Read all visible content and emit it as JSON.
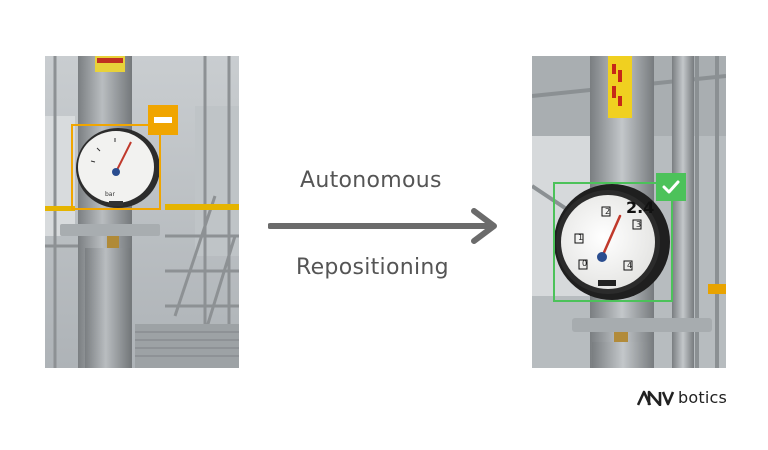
{
  "caption": {
    "line1": "Autonomous",
    "line2": "Repositioning"
  },
  "left_image": {
    "detection_status": "minus-icon",
    "box_color": "#F0A500"
  },
  "right_image": {
    "detection_status": "check-icon",
    "box_color": "#4CC25A",
    "reading": "2.4"
  },
  "logo": {
    "mark": "ANV",
    "word": "botics"
  },
  "colors": {
    "arrow": "#6b6b6b",
    "caption_text": "#555555"
  }
}
